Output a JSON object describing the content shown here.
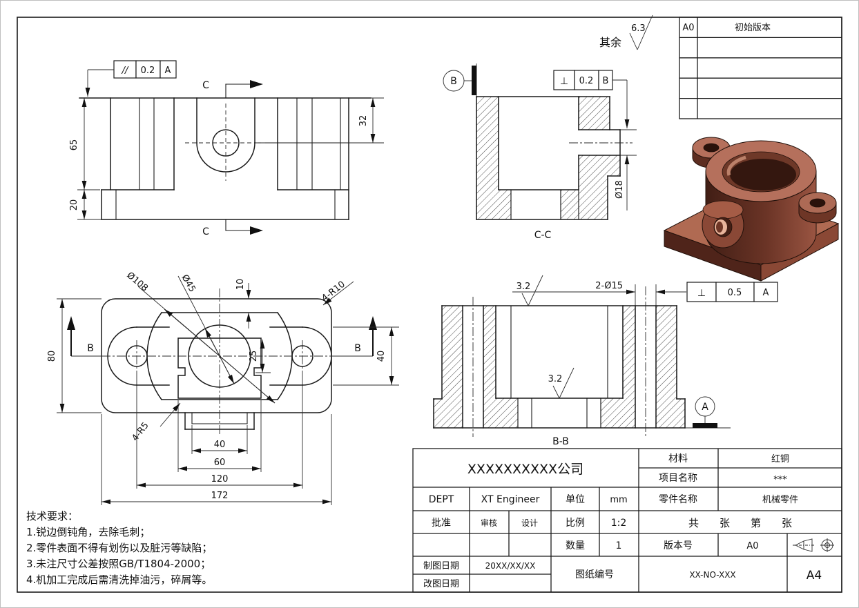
{
  "surface_note": {
    "prefix": "其余",
    "value": "6.3"
  },
  "revision_table": {
    "rows": [
      {
        "rev": "A0",
        "desc": "初始版本"
      },
      {
        "rev": "",
        "desc": ""
      },
      {
        "rev": "",
        "desc": ""
      },
      {
        "rev": "",
        "desc": ""
      },
      {
        "rev": "",
        "desc": ""
      }
    ]
  },
  "front_view": {
    "gdt": {
      "symbol": "//",
      "tolerance": "0.2",
      "datum": "A"
    },
    "dims": {
      "d65": "65",
      "d20": "20",
      "d32": "32"
    },
    "section_label": "C"
  },
  "section_cc": {
    "label": "C-C",
    "datum_letter": "B",
    "gdt": {
      "symbol": "⊥",
      "tolerance": "0.2",
      "datum": "B"
    },
    "dims": {
      "d18": "Ø18"
    }
  },
  "plan_view": {
    "section_label": "B",
    "dims": {
      "d108": "Ø108",
      "d45": "Ø45",
      "d10": "10",
      "r10": "4-R10",
      "d80": "80",
      "d25": "25",
      "d40r": "40",
      "r5": "4-R5",
      "d40": "40",
      "d60": "60",
      "d120": "120",
      "d172": "172"
    }
  },
  "section_bb": {
    "label": "B-B",
    "roughness1": "3.2",
    "roughness2": "3.2",
    "dims": {
      "d15": "2-Ø15"
    },
    "gdt": {
      "symbol": "⊥",
      "tolerance": "0.5",
      "datum": "A"
    },
    "datum_letter": "A"
  },
  "tech_requirements": {
    "title": "技术要求：",
    "items": [
      "1.锐边倒钝角，去除毛刺；",
      "2.零件表面不得有划伤以及脏污等缺陷；",
      "3.未注尺寸公差按照GB/T1804-2000；",
      "4.机加工完成后需清洗掉油污，碎屑等。"
    ]
  },
  "title_block": {
    "company": "XXXXXXXXXX公司",
    "material_label": "材料",
    "material": "红铜",
    "project_label": "项目名称",
    "project": "***",
    "dept_label": "DEPT",
    "dept": "XT Engineer",
    "unit_label": "单位",
    "unit": "mm",
    "part_label": "零件名称",
    "part": "机械零件",
    "approve_label": "批准",
    "review_label": "审核",
    "design_label": "设计",
    "scale_label": "比例",
    "scale": "1:2",
    "sheets": "共　　张　　第　　张",
    "qty_label": "数量",
    "qty": "1",
    "version_label": "版本号",
    "version": "A0",
    "draw_date_label": "制图日期",
    "draw_date": "20XX/XX/XX",
    "revise_date_label": "改图日期",
    "revise_date": "",
    "drawing_no_label": "图纸编号",
    "drawing_no": "XX-NO-XXX",
    "paper": "A4"
  }
}
